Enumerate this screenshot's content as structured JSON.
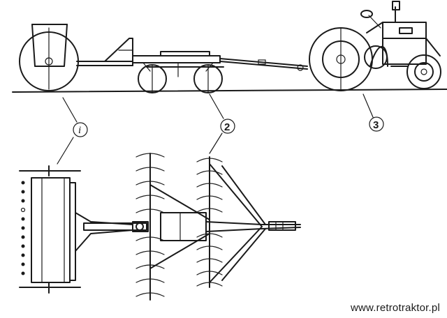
{
  "callouts": [
    {
      "id": "1",
      "label": "i"
    },
    {
      "id": "2",
      "label": "2"
    },
    {
      "id": "3",
      "label": "3"
    }
  ],
  "watermark": "www.retrotraktor.pl",
  "colors": {
    "ink": "#1a1a1a",
    "paper": "#ffffff"
  }
}
